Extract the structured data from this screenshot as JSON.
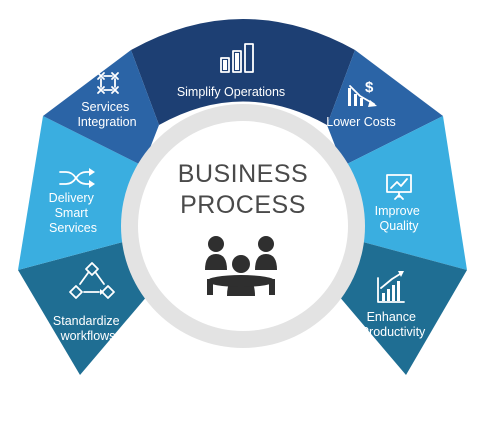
{
  "center": {
    "title_line1": "BUSINESS",
    "title_line2": "PROCESS",
    "icon": "business-meeting-icon"
  },
  "segments": [
    {
      "id": "simplify",
      "lines": [
        "Simplify Operations"
      ],
      "icon": "bar-chart-icon",
      "color": "#1d3f73"
    },
    {
      "id": "lower-costs",
      "lines": [
        "Lower Costs"
      ],
      "icon": "cost-down-icon",
      "color": "#2b64a6"
    },
    {
      "id": "improve-quality",
      "lines": [
        "Improve",
        "Quality"
      ],
      "icon": "presentation-board-icon",
      "color": "#3aaee0"
    },
    {
      "id": "enhance-productivity",
      "lines": [
        "Enhance",
        "Productivity"
      ],
      "icon": "growth-chart-icon",
      "color": "#1f6e93"
    },
    {
      "id": "standardize-workflows",
      "lines": [
        "Standardize",
        "workflows"
      ],
      "icon": "workflow-icon",
      "color": "#1f6e93"
    },
    {
      "id": "delivery-smart",
      "lines": [
        "Delivery",
        "Smart",
        "Services"
      ],
      "icon": "shuffle-icon",
      "color": "#3aaee0"
    },
    {
      "id": "services-integration",
      "lines": [
        "Services",
        "Integration"
      ],
      "icon": "integration-icon",
      "color": "#2b64a6"
    }
  ],
  "colors": {
    "ring": "#e3e3e3",
    "center_fill": "#ffffff",
    "center_text": "#4a4a4a",
    "icon_dark": "#2f2f2f"
  }
}
